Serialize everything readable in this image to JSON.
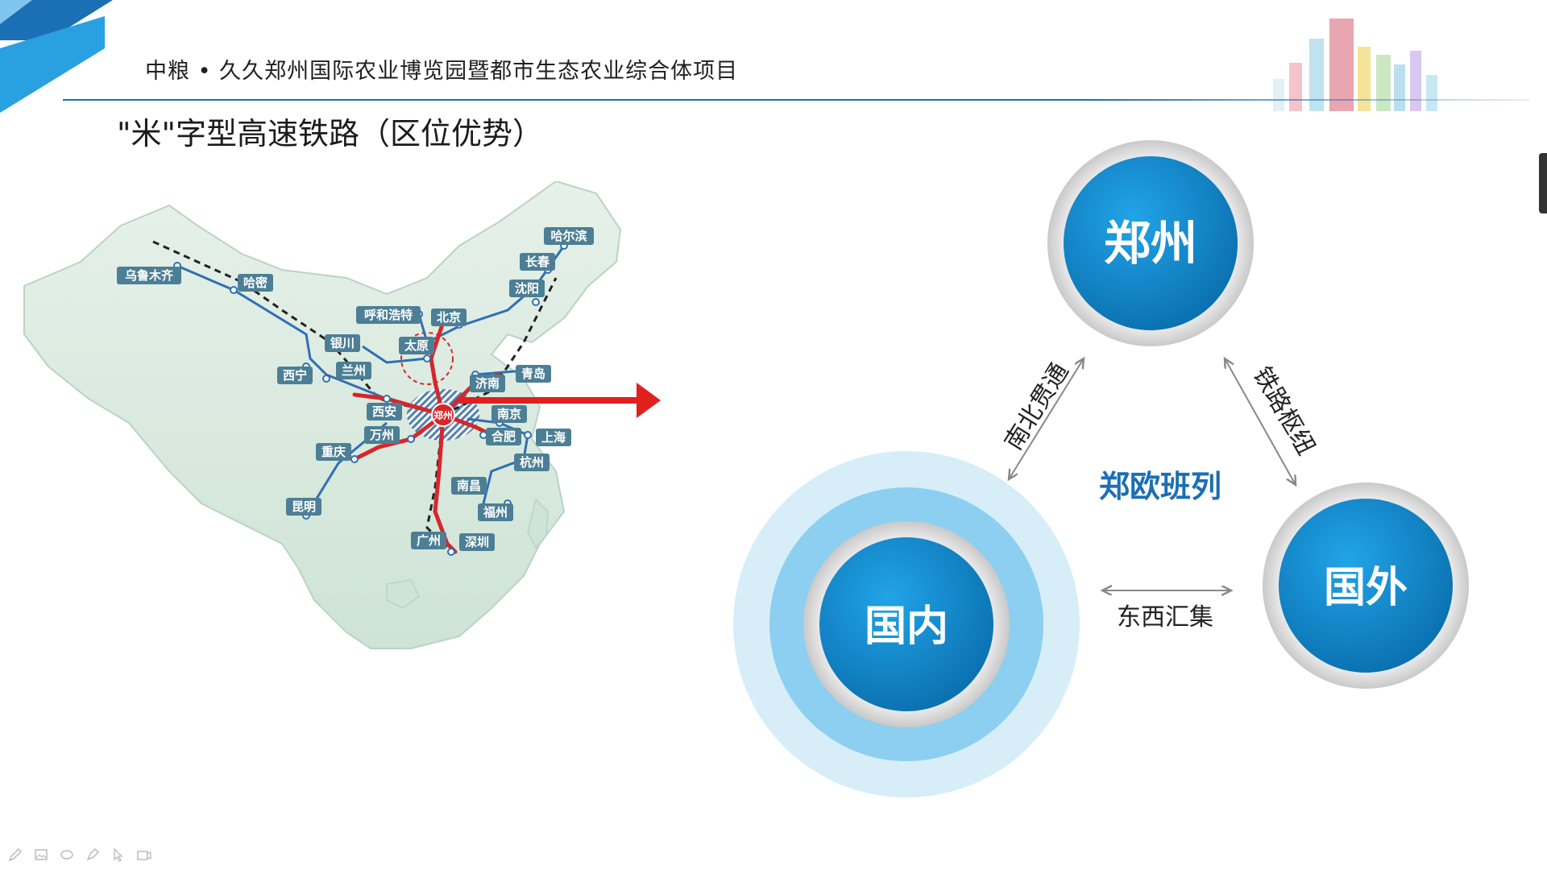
{
  "header": {
    "title": "中粮 • 久久郑州国际农业博览园暨都市生态农业综合体项目",
    "subtitle": "\"米\"字型高速铁路（区位优势）"
  },
  "map": {
    "cities": {
      "urumqi": "乌鲁木齐",
      "hami": "哈密",
      "xining": "西宁",
      "lanzhou": "兰州",
      "yinchuan": "银川",
      "hohhot": "呼和浩特",
      "beijing": "北京",
      "taiyuan": "太原",
      "harbin": "哈尔滨",
      "changchun": "长春",
      "shenyang": "沈阳",
      "jinan": "济南",
      "qingdao": "青岛",
      "zhengzhou": "郑州",
      "xian": "西安",
      "nanjing": "南京",
      "shanghai": "上海",
      "hefei": "合肥",
      "wanzhou": "万州",
      "chongqing": "重庆",
      "hangzhou": "杭州",
      "nanchang": "南昌",
      "kunming": "昆明",
      "fuzhou": "福州",
      "guangzhou": "广州",
      "shenzhen": "深圳"
    }
  },
  "diagram": {
    "top_node": "郑州",
    "left_node": "国内",
    "right_node": "国外",
    "center_label": "郑欧班列",
    "left_edge_label": "南北贯通",
    "right_edge_label": "铁路枢纽",
    "bottom_edge_label": "东西汇集"
  },
  "toolbar": {
    "icons": [
      "pen-icon",
      "image-icon",
      "eraser-icon",
      "marker-icon",
      "cursor-icon",
      "camera-icon"
    ]
  },
  "colors": {
    "accent_blue": "#1a6fb5",
    "node_blue": "#0b86c9",
    "rail_red": "#d7262b",
    "rail_blue": "#2f6fb5",
    "map_fill": "#dcebe1"
  }
}
